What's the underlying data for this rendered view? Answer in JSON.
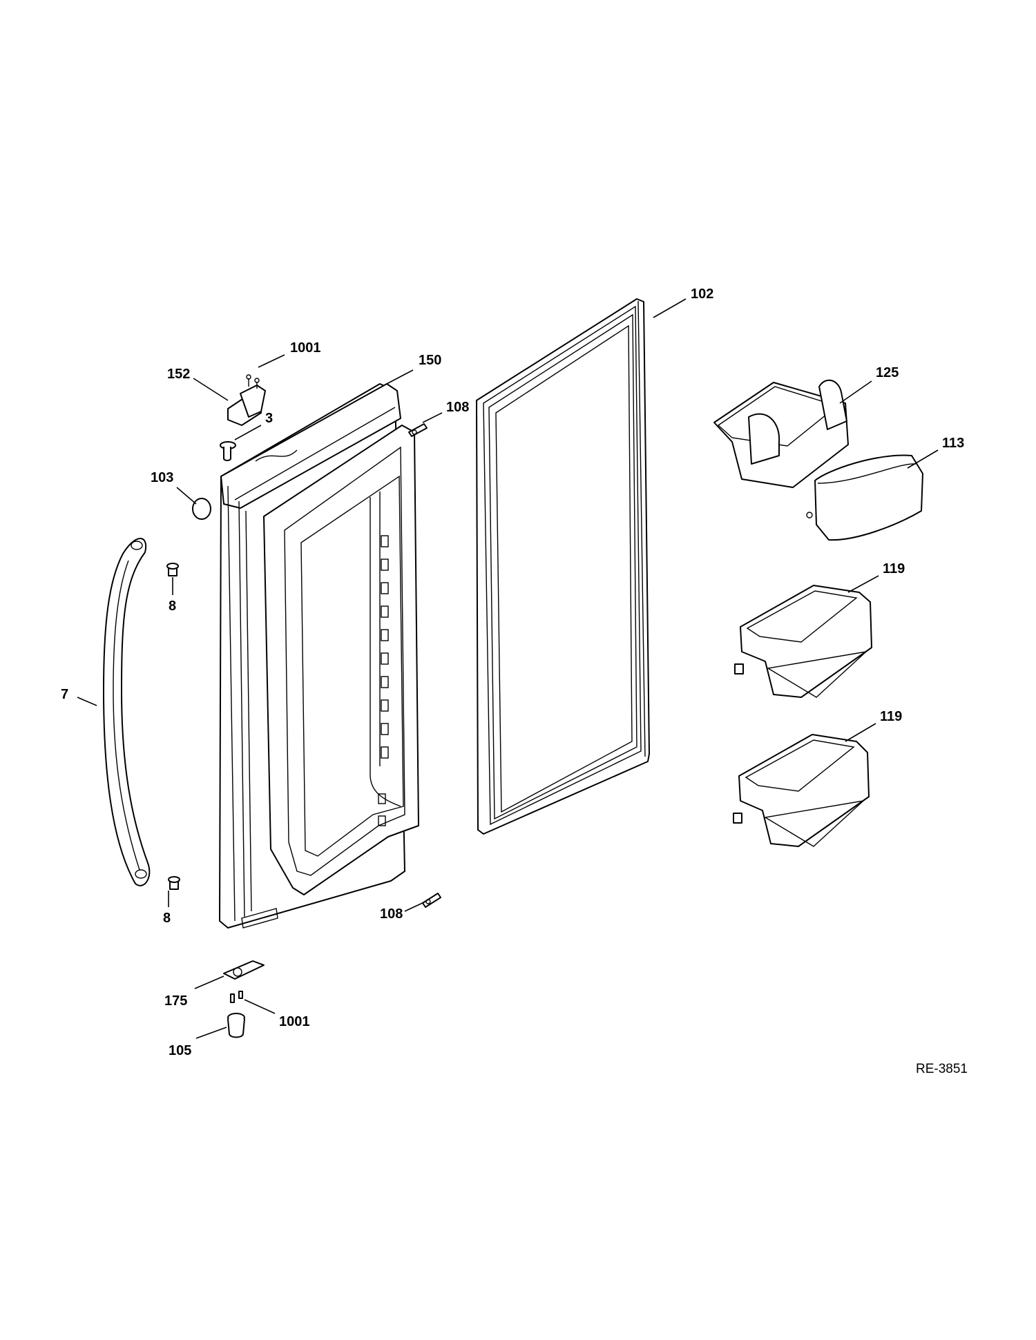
{
  "diagram": {
    "reference_code": "RE-3851",
    "part_labels": [
      "102",
      "1001",
      "150",
      "152",
      "3",
      "108",
      "125",
      "113",
      "103",
      "8",
      "7",
      "119",
      "119",
      "8",
      "108",
      "175",
      "1001",
      "105"
    ]
  }
}
